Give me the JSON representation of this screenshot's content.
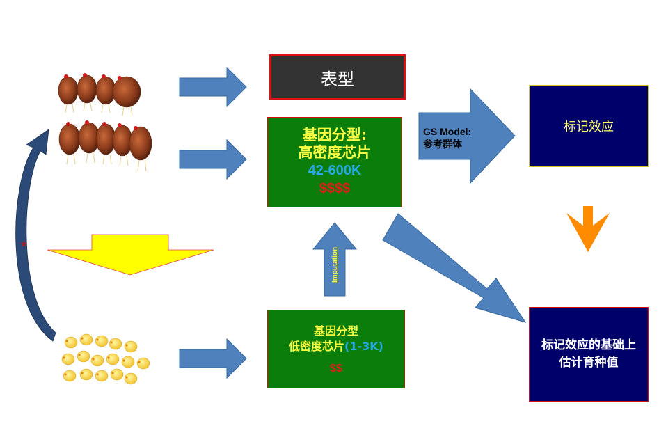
{
  "boxes": {
    "phenotype": "表型",
    "hd_line1": "基因分型:",
    "hd_line2": "高密度芯片",
    "hd_line3": "42-600K",
    "hd_line4": "$$$$",
    "ld_line1": "基因分型",
    "ld_line2a": "低密度芯片",
    "ld_line2b": "(1-3K)",
    "ld_line4": "$$",
    "marker_effect": "标记效应",
    "gebv_line1": "标记效应的基础上",
    "gebv_line2": "估计育种值"
  },
  "labels": {
    "gs_line1": "GS Model:",
    "gs_line2": "参考群体",
    "imputation": "Imputation",
    "star": "*"
  },
  "colors": {
    "arrow_blue": "#4f81bd",
    "arrow_orange": "#ff8c00",
    "arrow_yellow": "#ffff00",
    "box_green": "#0b7d0b",
    "box_navy": "#00006a",
    "box_dark": "#333333"
  },
  "images": {
    "hens": "hens-image",
    "chicks": "chicks-image"
  }
}
